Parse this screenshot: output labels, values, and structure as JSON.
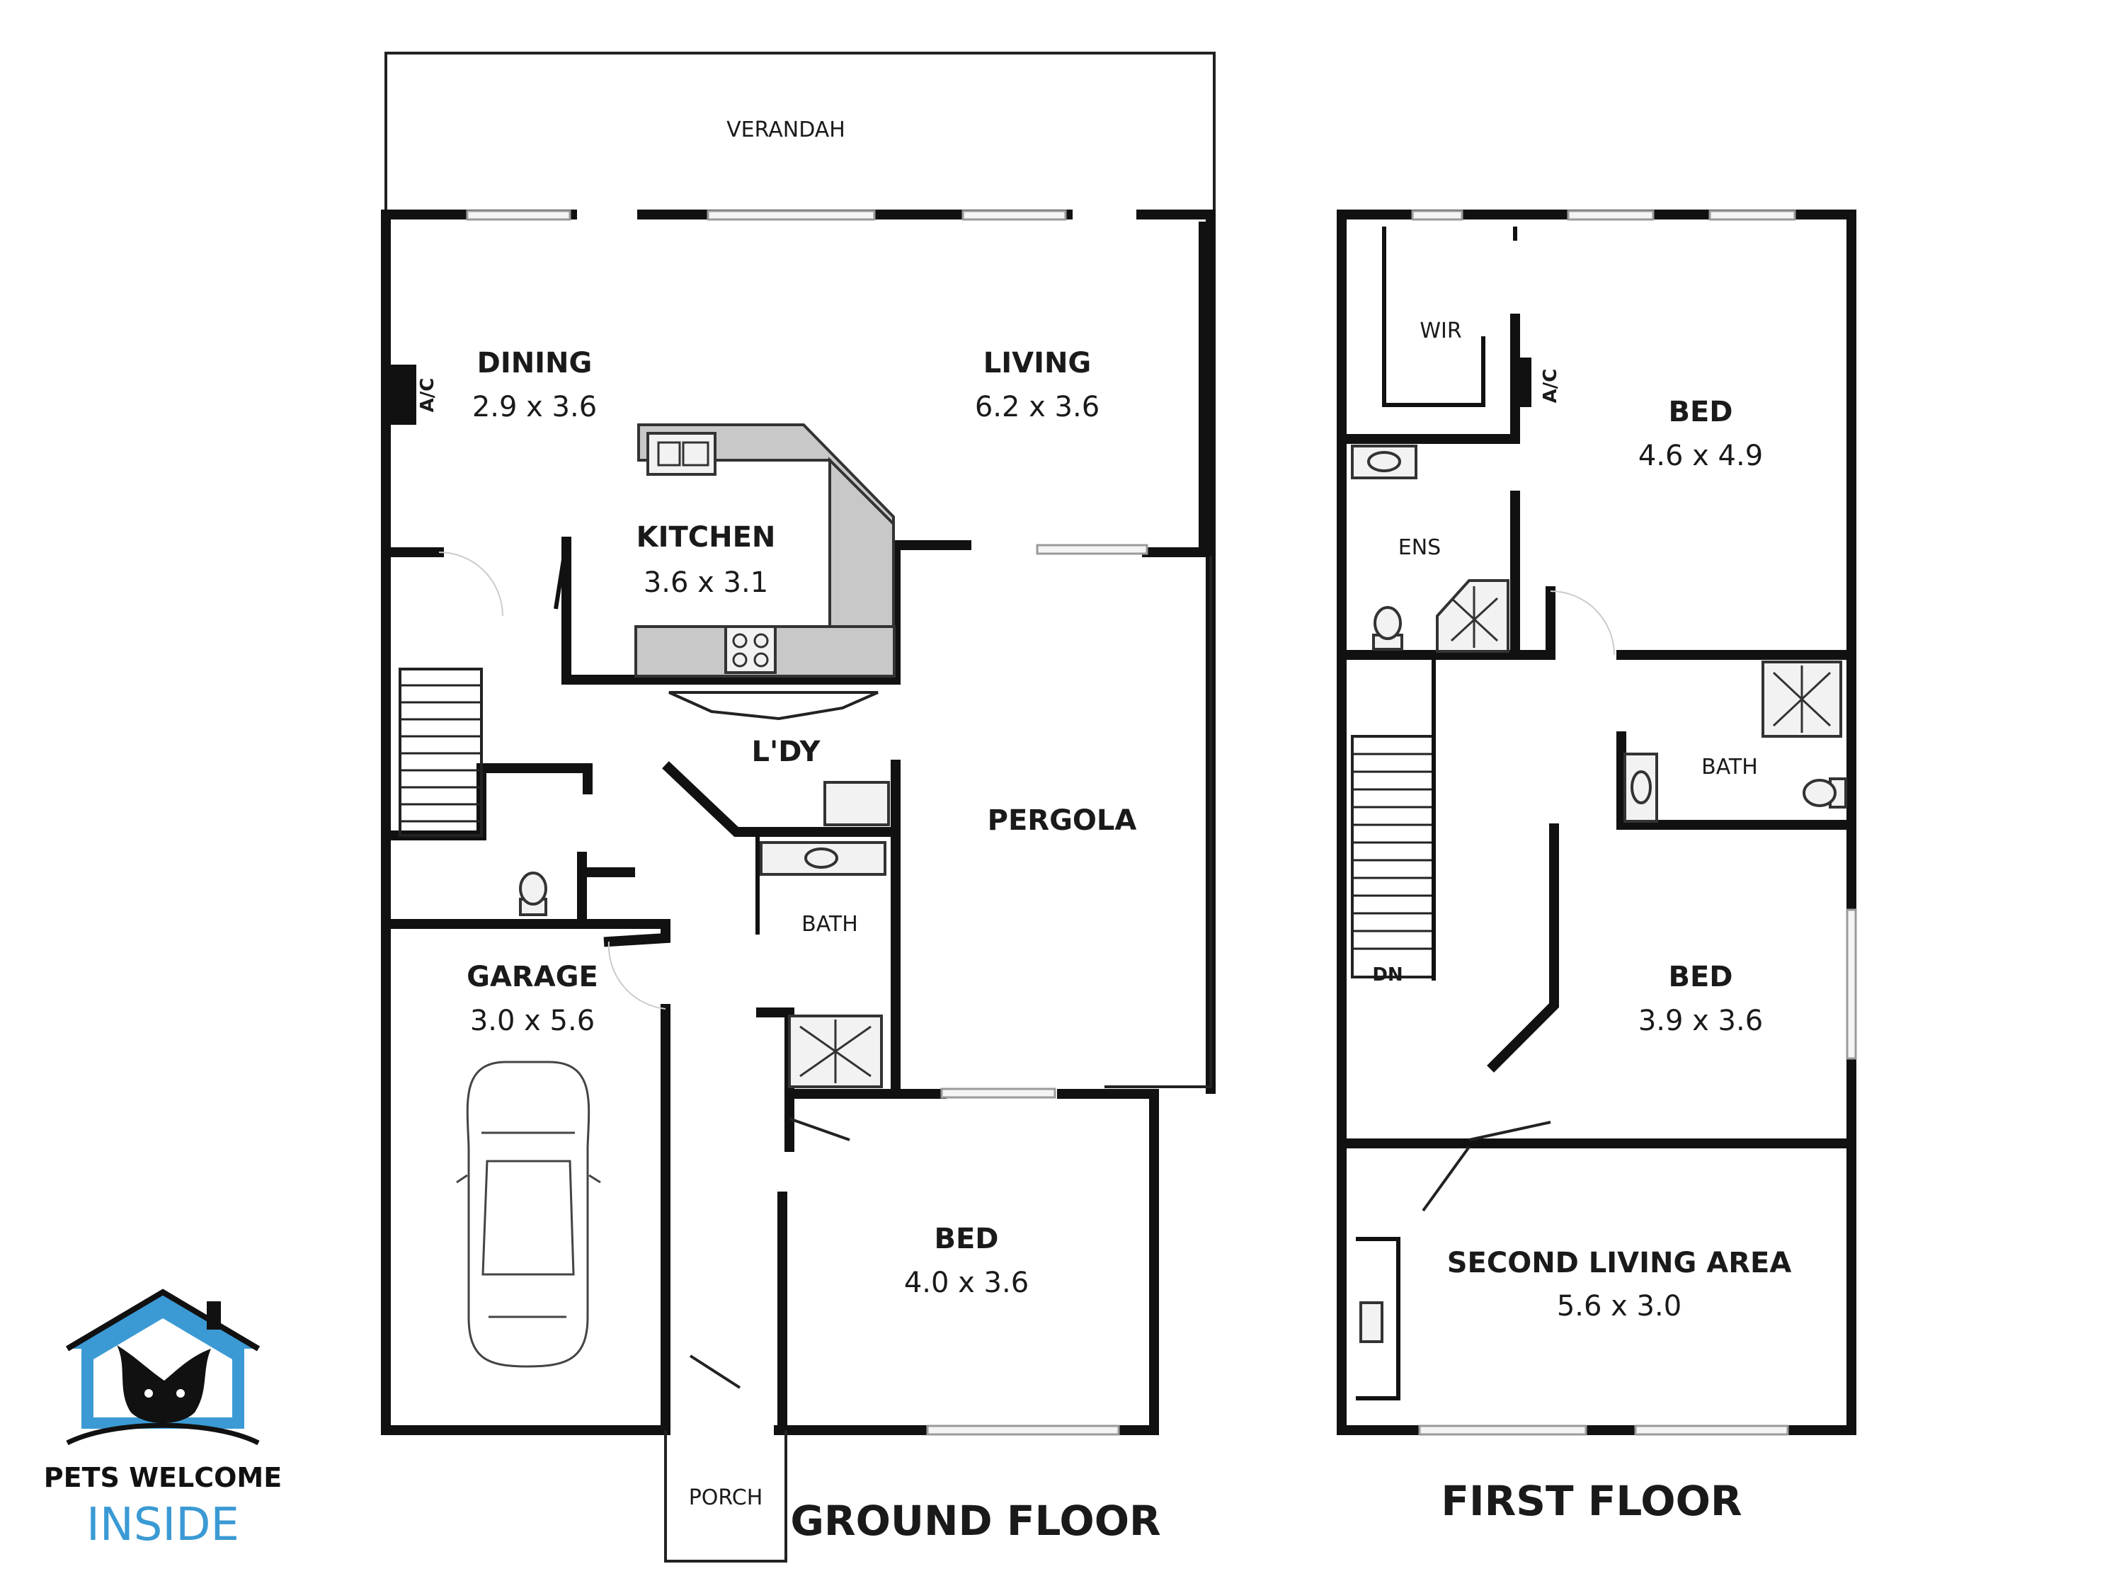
{
  "rooms": {
    "verandah": {
      "name": "VERANDAH"
    },
    "dining": {
      "name": "DINING",
      "dims": "2.9 x 3.6"
    },
    "living": {
      "name": "LIVING",
      "dims": "6.2 x 3.6"
    },
    "kitchen": {
      "name": "KITCHEN",
      "dims": "3.6 x 3.1"
    },
    "laundry": {
      "name": "L'DY"
    },
    "pergola": {
      "name": "PERGOLA"
    },
    "garage": {
      "name": "GARAGE",
      "dims": "3.0 x 5.6"
    },
    "bath_ground": {
      "name": "BATH"
    },
    "bed_ground": {
      "name": "BED",
      "dims": "4.0 x 3.6"
    },
    "porch": {
      "name": "PORCH"
    },
    "wir": {
      "name": "WIR"
    },
    "ensuite": {
      "name": "ENS"
    },
    "bed_master": {
      "name": "BED",
      "dims": "4.6 x 4.9"
    },
    "bath_first": {
      "name": "BATH"
    },
    "bed_first2": {
      "name": "BED",
      "dims": "3.9 x 3.6"
    },
    "second_living": {
      "name": "SECOND LIVING AREA",
      "dims": "5.6 x 3.0"
    }
  },
  "labels": {
    "ac": "A/C",
    "stairs_down": "DN"
  },
  "floors": {
    "ground": "GROUND FLOOR",
    "first": "FIRST FLOOR"
  },
  "logo": {
    "line1": "PETS WELCOME",
    "line2": "INSIDE",
    "accent_color": "#3b9ad4"
  },
  "icons": [
    "car-icon",
    "toilet-icon",
    "sink-icon",
    "shower-icon",
    "cooktop-icon",
    "pet-house-logo-icon"
  ]
}
